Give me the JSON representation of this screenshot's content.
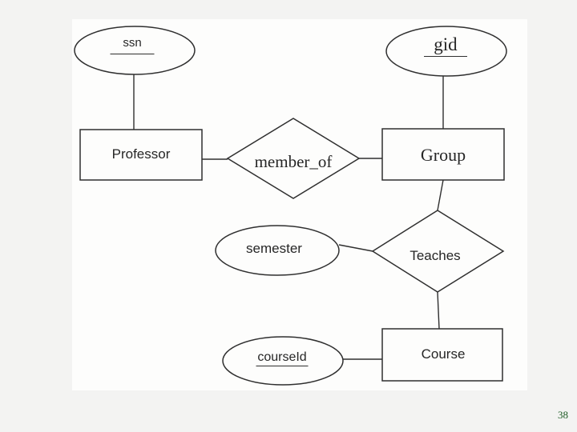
{
  "page": {
    "number": "38",
    "number_color": "#1e5c26",
    "slide_background": "#f3f3f2",
    "canvas_background": "#fdfdfc",
    "ink_color": "#2f2f2f"
  },
  "diagram": {
    "type": "er-diagram",
    "entities": [
      {
        "id": "professor",
        "label": "Professor"
      },
      {
        "id": "group",
        "label": "Group"
      },
      {
        "id": "course",
        "label": "Course"
      }
    ],
    "relationships": [
      {
        "id": "member_of",
        "label": "member_of",
        "connects": [
          "Professor",
          "Group"
        ]
      },
      {
        "id": "teaches",
        "label": "Teaches",
        "connects": [
          "Group",
          "Course"
        ],
        "attribute": "semester"
      }
    ],
    "attributes": [
      {
        "id": "ssn",
        "label": "ssn",
        "key": true,
        "of": "Professor"
      },
      {
        "id": "gid",
        "label": "gid",
        "key": true,
        "of": "Group"
      },
      {
        "id": "semester",
        "label": "semester",
        "key": false,
        "of": "Teaches"
      },
      {
        "id": "courseId",
        "label": "courseId",
        "key": true,
        "of": "Course"
      }
    ]
  }
}
